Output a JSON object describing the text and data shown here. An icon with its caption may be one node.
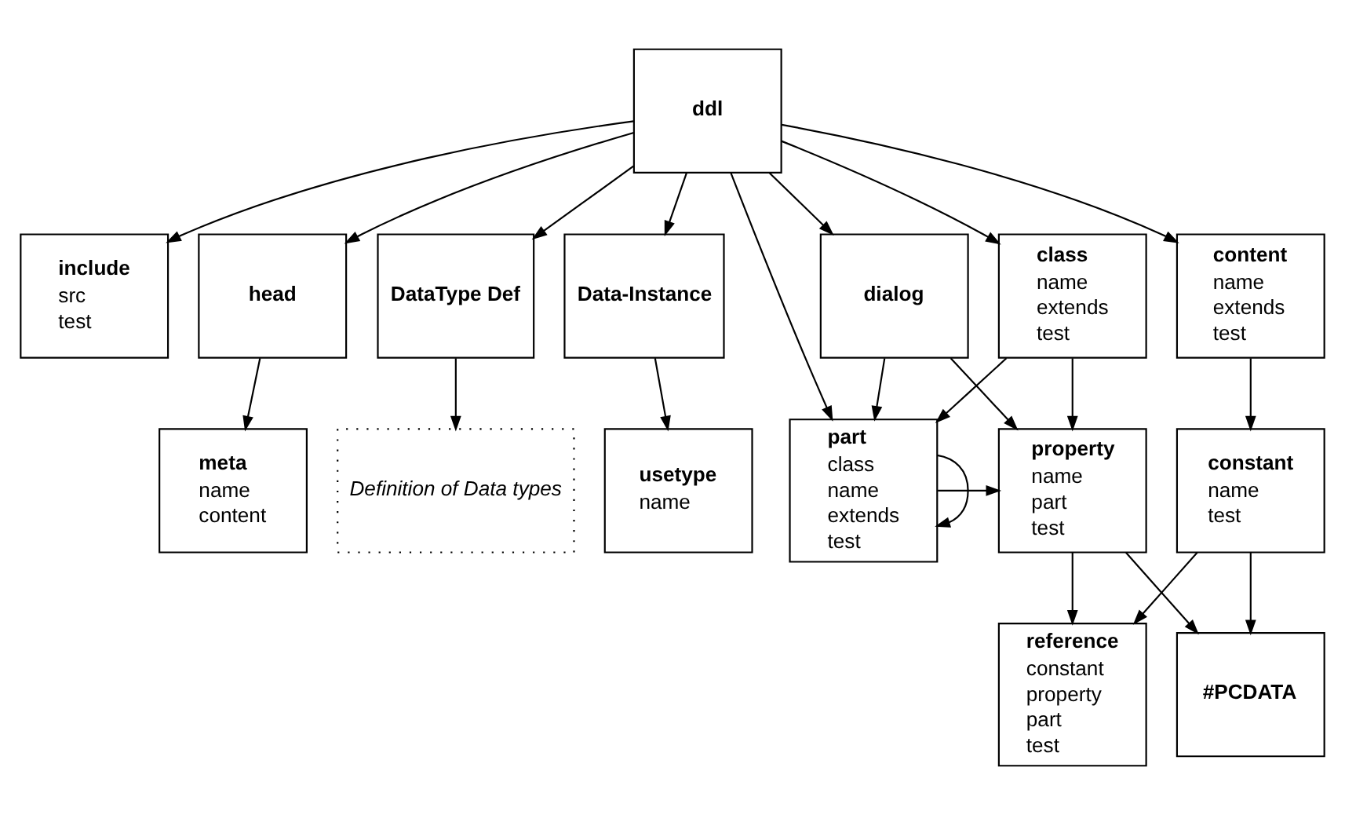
{
  "diagram": {
    "nodes": [
      {
        "text": [
          "ddl"
        ]
      },
      {
        "text": [
          "include",
          "src",
          "test"
        ]
      },
      {
        "text": [
          "head"
        ]
      },
      {
        "text": [
          "DataType Def"
        ]
      },
      {
        "text": [
          "Data-Instance"
        ]
      },
      {
        "text": [
          "dialog"
        ]
      },
      {
        "text": [
          "class",
          "name",
          "extends",
          "test"
        ]
      },
      {
        "text": [
          "content",
          "name",
          "extends",
          "test"
        ]
      },
      {
        "text": [
          "meta",
          "name",
          "content"
        ]
      },
      {
        "text": [
          "Definition of Data types"
        ]
      },
      {
        "text": [
          "usetype",
          "name"
        ]
      },
      {
        "text": [
          "part",
          "class",
          "name",
          "extends",
          "test"
        ]
      },
      {
        "text": [
          "property",
          "name",
          "part",
          "test"
        ]
      },
      {
        "text": [
          "constant",
          "name",
          "test"
        ]
      },
      {
        "text": [
          "reference",
          "constant",
          "property",
          "part",
          "test"
        ]
      },
      {
        "text": [
          "#PCDATA"
        ]
      }
    ],
    "edges": [
      {
        "from": 0,
        "to": 1,
        "arrow": "to"
      },
      {
        "from": 0,
        "to": 2,
        "arrow": "to"
      },
      {
        "from": 0,
        "to": 3,
        "arrow": "to"
      },
      {
        "from": 0,
        "to": 4,
        "arrow": "to"
      },
      {
        "from": 0,
        "to": 5,
        "arrow": "to"
      },
      {
        "from": 0,
        "to": 6,
        "arrow": "to"
      },
      {
        "from": 0,
        "to": 7,
        "arrow": "to"
      },
      {
        "from": 0,
        "to": 11,
        "arrow": "to"
      },
      {
        "from": 2,
        "to": 8,
        "arrow": "to"
      },
      {
        "from": 3,
        "to": 9,
        "arrow": "to"
      },
      {
        "from": 4,
        "to": 10,
        "arrow": "to"
      },
      {
        "from": 5,
        "to": 11,
        "arrow": "to"
      },
      {
        "from": 5,
        "to": 12,
        "arrow": "to"
      },
      {
        "from": 6,
        "to": 11,
        "arrow": "to"
      },
      {
        "from": 6,
        "to": 12,
        "arrow": "to"
      },
      {
        "from": 11,
        "to": 11,
        "arrow": "to"
      },
      {
        "from": 11,
        "to": 12,
        "arrow": "to"
      },
      {
        "from": 7,
        "to": 13,
        "arrow": "to"
      },
      {
        "from": 12,
        "to": 14,
        "arrow": "to"
      },
      {
        "from": 12,
        "to": 15,
        "arrow": "to"
      },
      {
        "from": 13,
        "to": 14,
        "arrow": "to"
      },
      {
        "from": 13,
        "to": 15,
        "arrow": "to"
      }
    ]
  }
}
